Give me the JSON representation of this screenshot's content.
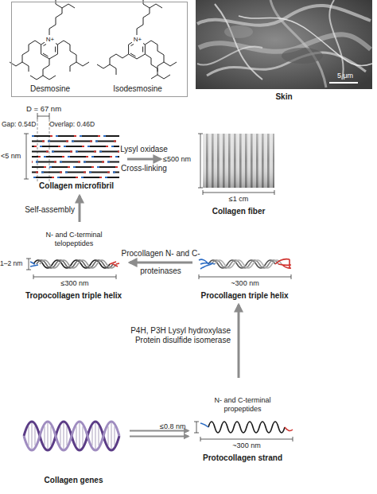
{
  "diagram": {
    "nodes": [
      {
        "text": [
          "Desmosine",
          "Isodesmosine"
        ]
      },
      {
        "text": [
          "Skin"
        ]
      },
      {
        "text": [
          "Collagen microfibril"
        ]
      },
      {
        "text": [
          "Collagen fiber"
        ]
      },
      {
        "text": [
          "Tropocollagen triple helix"
        ]
      },
      {
        "text": [
          "Procollagen triple helix"
        ]
      },
      {
        "text": [
          "Collagen genes"
        ]
      },
      {
        "text": [
          "Protocollagen strand"
        ]
      }
    ],
    "edges": [
      {
        "from": 6,
        "to": 7,
        "arrow": "to"
      },
      {
        "from": 7,
        "to": 5,
        "arrow": "to",
        "label": "P4H, P3H Lysyl hydroxylase Protein disulfide isomerase"
      },
      {
        "from": 5,
        "to": 4,
        "arrow": "to",
        "label": "Procollagen N- and C-proteinases"
      },
      {
        "from": 4,
        "to": 2,
        "arrow": "to",
        "label": "Self-assembly"
      },
      {
        "from": 2,
        "to": 3,
        "arrow": "to",
        "label": "Lysyl oxidase Cross-linking"
      }
    ],
    "labels": [
      "N+",
      "N+",
      "5 μm",
      "D = 67 nm",
      "Gap: 0.54D",
      "Overlap: 0.46D",
      "<5 nm",
      "≤500 nm",
      "≤1 cm",
      "N- and C-terminal telopeptides",
      "1–2 nm",
      "≤300 nm",
      "~300 nm",
      "N- and C-terminal propeptides",
      "≤0.8 nm",
      "~300 nm"
    ]
  }
}
